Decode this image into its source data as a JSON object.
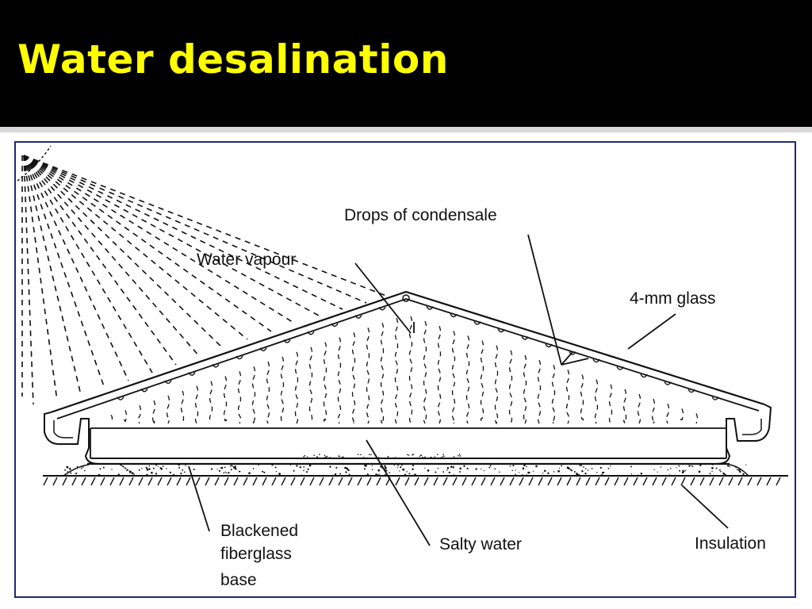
{
  "slide": {
    "title": "Water desalination"
  },
  "diagram": {
    "labels": {
      "drops_of_condensate": "Drops of condensale",
      "water_vapour": "Water vapour",
      "glass": "4-mm glass",
      "blackened_base_line1": "Blackened",
      "blackened_base_line2": "fiberglass",
      "blackened_base_line3": "base",
      "salty_water": "Salty water",
      "insulation": "Insulation"
    },
    "colors": {
      "title": "#ffff00",
      "background": "#000000",
      "frame_border": "#1f2a6b",
      "ink": "#111111"
    }
  }
}
